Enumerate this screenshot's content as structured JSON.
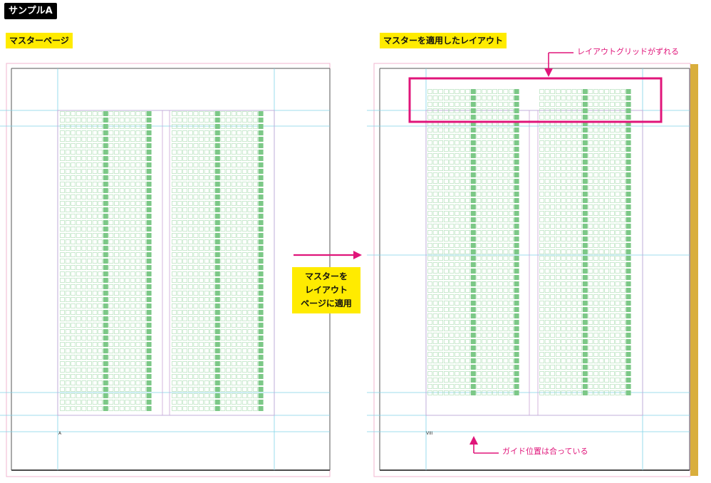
{
  "sample_tag": "サンプルA",
  "left_panel": {
    "label": "マスターページ",
    "folio": "A"
  },
  "right_panel": {
    "label": "マスターを適用したレイアウト",
    "folio": "VIII"
  },
  "callout": {
    "line1": "マスターを",
    "line2": "レイアウト",
    "line3": "ページに適用"
  },
  "annotations": {
    "grid_shift": "レイアウトグリッドがずれる",
    "guide_ok": "ガイド位置は合っている"
  },
  "colors": {
    "accent": "#e0157a",
    "guide": "#7fd3e8",
    "margin": "#c9a3d6",
    "bleed": "#f2b6cf",
    "grid_cell": "#a8dbb0",
    "grid_marker": "#7cc887",
    "label_bg": "#ffeb00",
    "spine": "#d9ae3c"
  },
  "icons": {
    "arrow": "right-arrow-icon"
  }
}
